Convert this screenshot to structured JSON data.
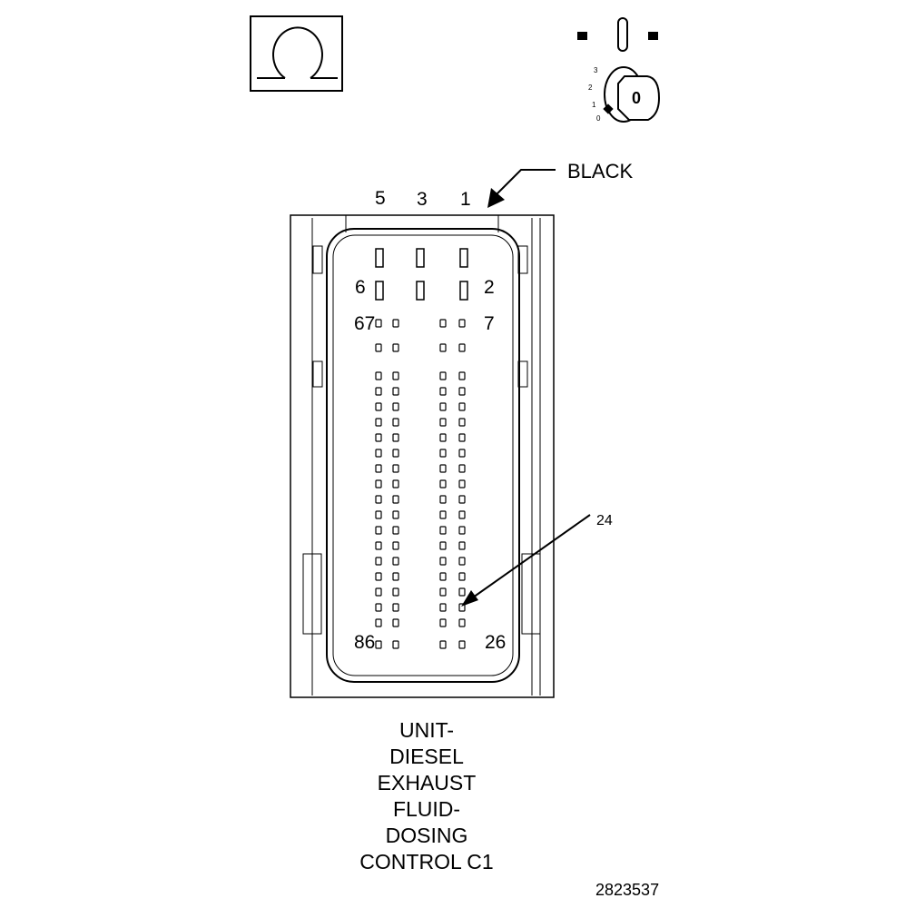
{
  "icons": {
    "terminal_view": "omega-icon",
    "ignition": "ignition-key-icon"
  },
  "ignition_switch": {
    "positions": [
      "3",
      "2",
      "1",
      "0"
    ],
    "key_label": "0"
  },
  "connector": {
    "color_label": "BLACK",
    "large_pin_row1": [
      "5",
      "3",
      "1"
    ],
    "large_pin_row2_left": "6",
    "large_pin_row2_right": "2",
    "small_pin_top_left": "67",
    "small_pin_top_right": "7",
    "small_pin_bottom_left": "86",
    "small_pin_bottom_right": "26",
    "callout_pin": "24"
  },
  "caption": {
    "lines": [
      "UNIT-",
      "DIESEL",
      "EXHAUST",
      "FLUID-",
      "DOSING",
      "CONTROL C1"
    ]
  },
  "figure_id": "2823537"
}
